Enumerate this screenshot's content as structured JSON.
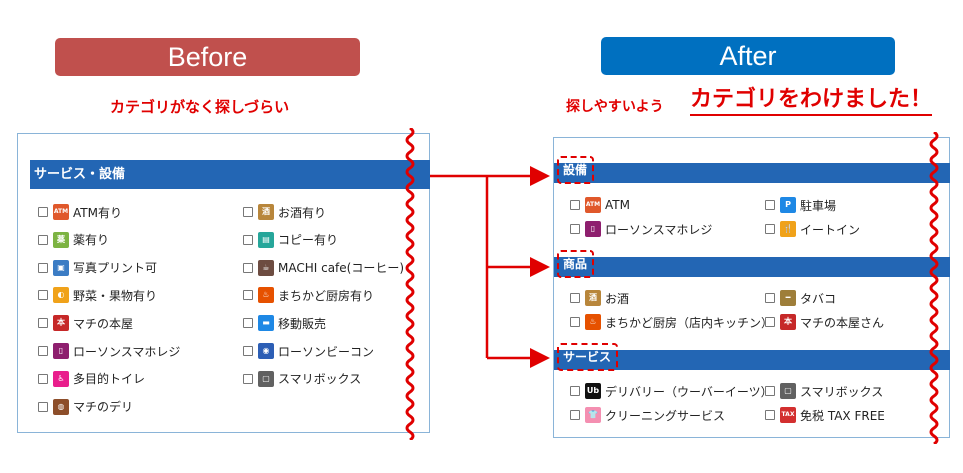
{
  "colors": {
    "before_pill": "#c0504d",
    "after_pill": "#0070c0",
    "header_bar": "#2366b4",
    "accent_red": "#e00000"
  },
  "before": {
    "title": "Before",
    "subtitle": "カテゴリがなく探しづらい",
    "header": "サービス・設備",
    "left_items": [
      {
        "label": "ATM有り",
        "icon": "atm-icon",
        "color": "#e0582b",
        "glyph": "ATM"
      },
      {
        "label": "薬有り",
        "icon": "medicine-icon",
        "color": "#7cb342",
        "glyph": "薬"
      },
      {
        "label": "写真プリント可",
        "icon": "photo-print-icon",
        "color": "#3b7cc4",
        "glyph": "▣"
      },
      {
        "label": "野菜・果物有り",
        "icon": "vegetable-icon",
        "color": "#f0a21a",
        "glyph": "◐"
      },
      {
        "label": "マチの本屋",
        "icon": "bookstore-icon",
        "color": "#c62828",
        "glyph": "本"
      },
      {
        "label": "ローソンスマホレジ",
        "icon": "smartphone-register-icon",
        "color": "#8e1f6e",
        "glyph": "▯"
      },
      {
        "label": "多目的トイレ",
        "icon": "restroom-icon",
        "color": "#e91e8c",
        "glyph": "♿"
      },
      {
        "label": "マチのデリ",
        "icon": "deli-icon",
        "color": "#8d4e2a",
        "glyph": "◍"
      }
    ],
    "right_items": [
      {
        "label": "お酒有り",
        "icon": "alcohol-icon",
        "color": "#b8863b",
        "glyph": "酒"
      },
      {
        "label": "コピー有り",
        "icon": "copy-icon",
        "color": "#26a69a",
        "glyph": "▤"
      },
      {
        "label": "MACHI cafe(コーヒー)",
        "icon": "coffee-icon",
        "color": "#6d4c41",
        "glyph": "☕"
      },
      {
        "label": "まちかど厨房有り",
        "icon": "kitchen-icon",
        "color": "#e65100",
        "glyph": "♨"
      },
      {
        "label": "移動販売",
        "icon": "mobile-sales-icon",
        "color": "#1e88e5",
        "glyph": "▬"
      },
      {
        "label": "ローソンビーコン",
        "icon": "beacon-icon",
        "color": "#2c5eb5",
        "glyph": "◉"
      },
      {
        "label": "スマリボックス",
        "icon": "smari-box-icon",
        "color": "#616161",
        "glyph": "▢"
      }
    ]
  },
  "after": {
    "title": "After",
    "subtitle_pre": "探しやすいよう",
    "subtitle_main": "カテゴリをわけました！",
    "categories": [
      {
        "label": "設備",
        "items": [
          {
            "label": "ATM",
            "icon": "atm-icon",
            "color": "#e0582b",
            "glyph": "ATM"
          },
          {
            "label": "駐車場",
            "icon": "parking-icon",
            "color": "#1e88e5",
            "glyph": "P"
          },
          {
            "label": "ローソンスマホレジ",
            "icon": "smartphone-register-icon",
            "color": "#8e1f6e",
            "glyph": "▯"
          },
          {
            "label": "イートイン",
            "icon": "eat-in-icon",
            "color": "#f0a21a",
            "glyph": "🍴"
          }
        ]
      },
      {
        "label": "商品",
        "items": [
          {
            "label": "お酒",
            "icon": "alcohol-icon",
            "color": "#b8863b",
            "glyph": "酒"
          },
          {
            "label": "タバコ",
            "icon": "tobacco-icon",
            "color": "#9e7e3a",
            "glyph": "━"
          },
          {
            "label": "まちかど厨房（店内キッチン）",
            "icon": "kitchen-icon",
            "color": "#e65100",
            "glyph": "♨"
          },
          {
            "label": "マチの本屋さん",
            "icon": "bookstore-icon",
            "color": "#c62828",
            "glyph": "本"
          }
        ]
      },
      {
        "label": "サービス",
        "items": [
          {
            "label": "デリバリー（ウーバーイーツ）",
            "icon": "uber-eats-icon",
            "color": "#111111",
            "glyph": "Ub"
          },
          {
            "label": "スマリボックス",
            "icon": "smari-box-icon",
            "color": "#616161",
            "glyph": "▢"
          },
          {
            "label": "クリーニングサービス",
            "icon": "cleaning-icon",
            "color": "#f48fb1",
            "glyph": "👕"
          },
          {
            "label": "免税 TAX FREE",
            "icon": "tax-free-icon",
            "color": "#d32f2f",
            "glyph": "TAX"
          }
        ]
      }
    ]
  }
}
